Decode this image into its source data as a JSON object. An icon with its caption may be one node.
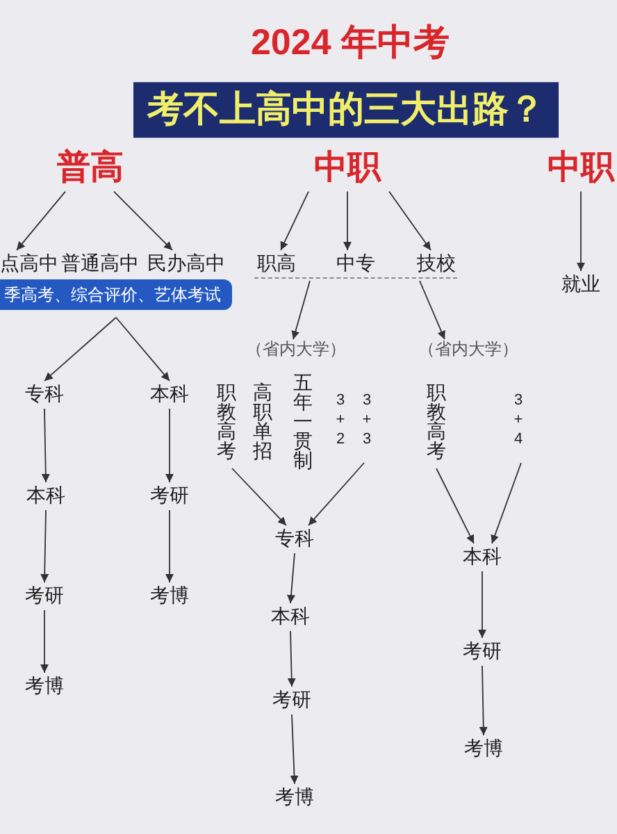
{
  "diagram": {
    "title": "2024 年中考",
    "nodes": [
      {
        "text": [
          "考不上高中的三大出路？"
        ]
      },
      {
        "text": [
          "普高"
        ]
      },
      {
        "text": [
          "中职"
        ]
      },
      {
        "text": [
          "中职"
        ]
      },
      {
        "text": [
          "点高中"
        ]
      },
      {
        "text": [
          "普通高中"
        ]
      },
      {
        "text": [
          "民办高中"
        ]
      },
      {
        "text": [
          "职高"
        ]
      },
      {
        "text": [
          "中专"
        ]
      },
      {
        "text": [
          "技校"
        ]
      },
      {
        "text": [
          "就业"
        ]
      },
      {
        "text": [
          "季高考、综合评价、艺体考试"
        ]
      },
      {
        "text": [
          "专科"
        ]
      },
      {
        "text": [
          "本科"
        ]
      },
      {
        "text": [
          "考研"
        ]
      },
      {
        "text": [
          "考博"
        ]
      },
      {
        "text": [
          "本科"
        ]
      },
      {
        "text": [
          "考研"
        ]
      },
      {
        "text": [
          "考博"
        ]
      },
      {
        "text": [
          "（省内大学）"
        ]
      },
      {
        "text": [
          "职教高考"
        ]
      },
      {
        "text": [
          "高职单招"
        ]
      },
      {
        "text": [
          "五年一贯制"
        ]
      },
      {
        "text": [
          "3+2"
        ]
      },
      {
        "text": [
          "3+3"
        ]
      },
      {
        "text": [
          "专科"
        ]
      },
      {
        "text": [
          "本科"
        ]
      },
      {
        "text": [
          "考研"
        ]
      },
      {
        "text": [
          "考博"
        ]
      },
      {
        "text": [
          "（省内大学）"
        ]
      },
      {
        "text": [
          "职教高考"
        ]
      },
      {
        "text": [
          "3+4"
        ]
      },
      {
        "text": [
          "本科"
        ]
      },
      {
        "text": [
          "考研"
        ]
      },
      {
        "text": [
          "考博"
        ]
      },
      {
        "text": [],
        "shape": "bar"
      }
    ],
    "edges": [
      {
        "from": 1,
        "to": 4,
        "arrow": "to"
      },
      {
        "from": 1,
        "to": 6,
        "arrow": "to"
      },
      {
        "from": 2,
        "to": 7,
        "arrow": "to"
      },
      {
        "from": 2,
        "to": 8,
        "arrow": "to"
      },
      {
        "from": 2,
        "to": 9,
        "arrow": "to"
      },
      {
        "from": 3,
        "to": 10,
        "arrow": "to"
      },
      {
        "from": 11,
        "to": 12,
        "arrow": "to"
      },
      {
        "from": 12,
        "to": 13,
        "arrow": "to"
      },
      {
        "from": 13,
        "to": 14,
        "arrow": "to"
      },
      {
        "from": 14,
        "to": 15,
        "arrow": "to"
      },
      {
        "from": 11,
        "to": 16,
        "arrow": "to"
      },
      {
        "from": 16,
        "to": 17,
        "arrow": "to"
      },
      {
        "from": 17,
        "to": 18,
        "arrow": "to"
      },
      {
        "from": 35,
        "to": 19,
        "arrow": "to"
      },
      {
        "from": 20,
        "to": 25,
        "arrow": "to"
      },
      {
        "from": 24,
        "to": 25,
        "arrow": "to"
      },
      {
        "from": 25,
        "to": 26,
        "arrow": "to"
      },
      {
        "from": 26,
        "to": 27,
        "arrow": "to"
      },
      {
        "from": 27,
        "to": 28,
        "arrow": "to"
      },
      {
        "from": 35,
        "to": 29,
        "arrow": "to"
      },
      {
        "from": 30,
        "to": 32,
        "arrow": "to"
      },
      {
        "from": 31,
        "to": 32,
        "arrow": "to"
      },
      {
        "from": 32,
        "to": 33,
        "arrow": "to"
      },
      {
        "from": 33,
        "to": 34,
        "arrow": "to"
      }
    ]
  }
}
